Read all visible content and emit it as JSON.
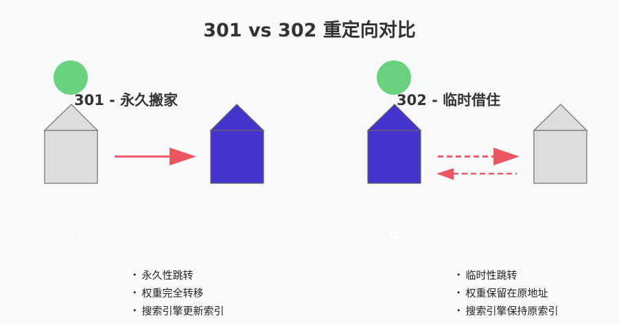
{
  "title": "301 vs 302 重定向对比",
  "colors": {
    "old_house": "#dddddd",
    "new_house": "#4433cc",
    "arrow": "#eb5660",
    "circle": "#6ad27e"
  },
  "left": {
    "label": "301 - 永久搬家",
    "se_label": "SE",
    "bullets": [
      "永久性跳转",
      "权重完全转移",
      "搜索引擎更新索引"
    ]
  },
  "right": {
    "label": "302 - 临时借住",
    "se_label": "SE",
    "bullets": [
      "临时性跳转",
      "权重保留在原地址",
      "搜索引擎保持原索引"
    ]
  }
}
